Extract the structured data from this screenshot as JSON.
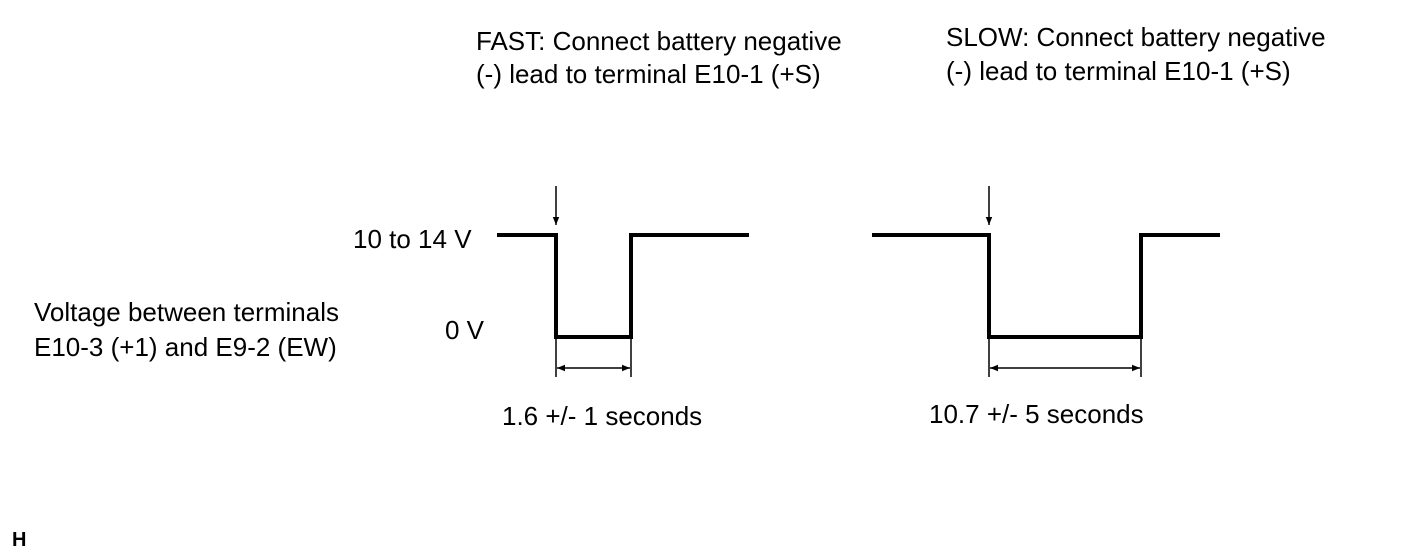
{
  "fast_caption": {
    "line1": "FAST: Connect battery negative",
    "line2": "(-) lead to terminal E10-1 (+S)"
  },
  "slow_caption": {
    "line1": "SLOW: Connect battery negative",
    "line2": "(-) lead to terminal E10-1 (+S)"
  },
  "levels": {
    "high": "10 to 14 V",
    "low": "0 V"
  },
  "measurement": {
    "line1": "Voltage between terminals",
    "line2": "E10-3 (+1) and E9-2 (EW)"
  },
  "fast_duration": "1.6 +/- 1 seconds",
  "slow_duration": "10.7 +/- 5 seconds",
  "corner_mark": "H"
}
